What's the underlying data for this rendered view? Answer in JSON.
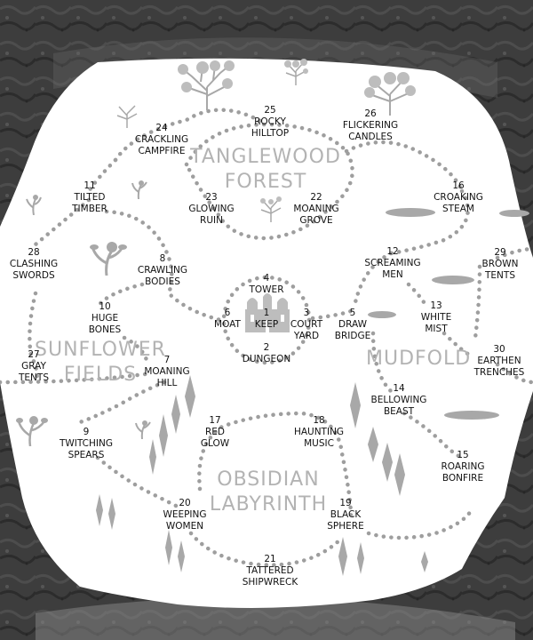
{
  "regions": {
    "forest": [
      "TANGLEWOOD",
      "FOREST"
    ],
    "fields": [
      "SUNFLOWER",
      "FIELDS"
    ],
    "mudfold": "MUDFOLD",
    "labyrinth": [
      "OBSIDIAN",
      "LABYRINTH"
    ]
  },
  "locations": [
    {
      "num": "1",
      "lines": [
        "KEEP"
      ]
    },
    {
      "num": "2",
      "lines": [
        "DUNGEON"
      ]
    },
    {
      "num": "3",
      "lines": [
        "COURT",
        "YARD"
      ]
    },
    {
      "num": "4",
      "lines": [
        "TOWER"
      ]
    },
    {
      "num": "5",
      "lines": [
        "DRAW",
        "BRIDGE"
      ]
    },
    {
      "num": "6",
      "lines": [
        "MOAT"
      ]
    },
    {
      "num": "7",
      "lines": [
        "MOANING",
        "HILL"
      ]
    },
    {
      "num": "8",
      "lines": [
        "CRAWLING",
        "BODIES"
      ]
    },
    {
      "num": "9",
      "lines": [
        "TWITCHING",
        "SPEARS"
      ]
    },
    {
      "num": "10",
      "lines": [
        "HUGE",
        "BONES"
      ]
    },
    {
      "num": "11",
      "lines": [
        "TILTED",
        "TIMBER"
      ]
    },
    {
      "num": "12",
      "lines": [
        "SCREAMING",
        "MEN"
      ]
    },
    {
      "num": "13",
      "lines": [
        "WHITE",
        "MIST"
      ]
    },
    {
      "num": "14",
      "lines": [
        "BELLOWING",
        "BEAST"
      ]
    },
    {
      "num": "15",
      "lines": [
        "ROARING",
        "BONFIRE"
      ]
    },
    {
      "num": "16",
      "lines": [
        "CROAKING",
        "STEAM"
      ]
    },
    {
      "num": "17",
      "lines": [
        "RED",
        "GLOW"
      ]
    },
    {
      "num": "18",
      "lines": [
        "HAUNTING",
        "MUSIC"
      ]
    },
    {
      "num": "19",
      "lines": [
        "BLACK",
        "SPHERE"
      ]
    },
    {
      "num": "20",
      "lines": [
        "WEEPING",
        "WOMEN"
      ]
    },
    {
      "num": "21",
      "lines": [
        "TATTERED",
        "SHIPWRECK"
      ]
    },
    {
      "num": "22",
      "lines": [
        "MOANING",
        "GROVE"
      ]
    },
    {
      "num": "23",
      "lines": [
        "GLOWING",
        "RUIN"
      ]
    },
    {
      "num": "24",
      "lines": [
        "CRACKLING",
        "CAMPFIRE"
      ]
    },
    {
      "num": "25",
      "lines": [
        "ROCKY",
        "HILLTOP"
      ]
    },
    {
      "num": "26",
      "lines": [
        "FLICKERING",
        "CANDLES"
      ]
    },
    {
      "num": "27",
      "lines": [
        "GRAY",
        "TENTS"
      ]
    },
    {
      "num": "28",
      "lines": [
        "CLASHING",
        "SWORDS"
      ]
    },
    {
      "num": "29",
      "lines": [
        "BROWN",
        "TENTS"
      ]
    },
    {
      "num": "30",
      "lines": [
        "EARTHEN",
        "TRENCHES"
      ]
    }
  ],
  "colors": {
    "rock": "#3c3c3c",
    "ground": "#ffffff",
    "path": "#9e9e9e",
    "region_text": "#b3b3b3",
    "label_text": "#111111",
    "decor": "#a8a8a8"
  }
}
